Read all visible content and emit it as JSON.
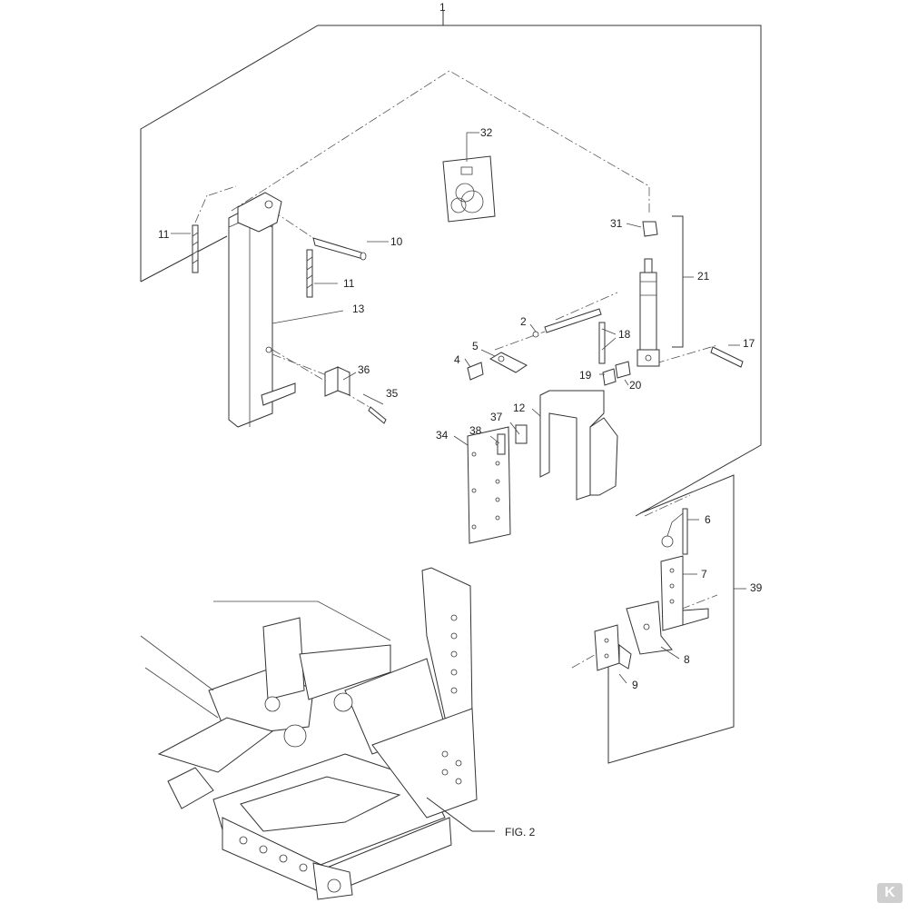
{
  "diagram": {
    "callouts": {
      "c1": "1",
      "c2": "2",
      "c4": "4",
      "c5": "5",
      "c6": "6",
      "c7": "7",
      "c8": "8",
      "c9": "9",
      "c10": "10",
      "c11a": "11",
      "c11b": "11",
      "c12": "12",
      "c13": "13",
      "c17": "17",
      "c18": "18",
      "c19": "19",
      "c20": "20",
      "c21": "21",
      "c31": "31",
      "c32": "32",
      "c34": "34",
      "c35": "35",
      "c36": "36",
      "c37": "37",
      "c38": "38",
      "c39": "39"
    },
    "figure_ref": "FIG. 2"
  },
  "watermark": {
    "logo": "K",
    "icon": "brand-logo-icon"
  }
}
